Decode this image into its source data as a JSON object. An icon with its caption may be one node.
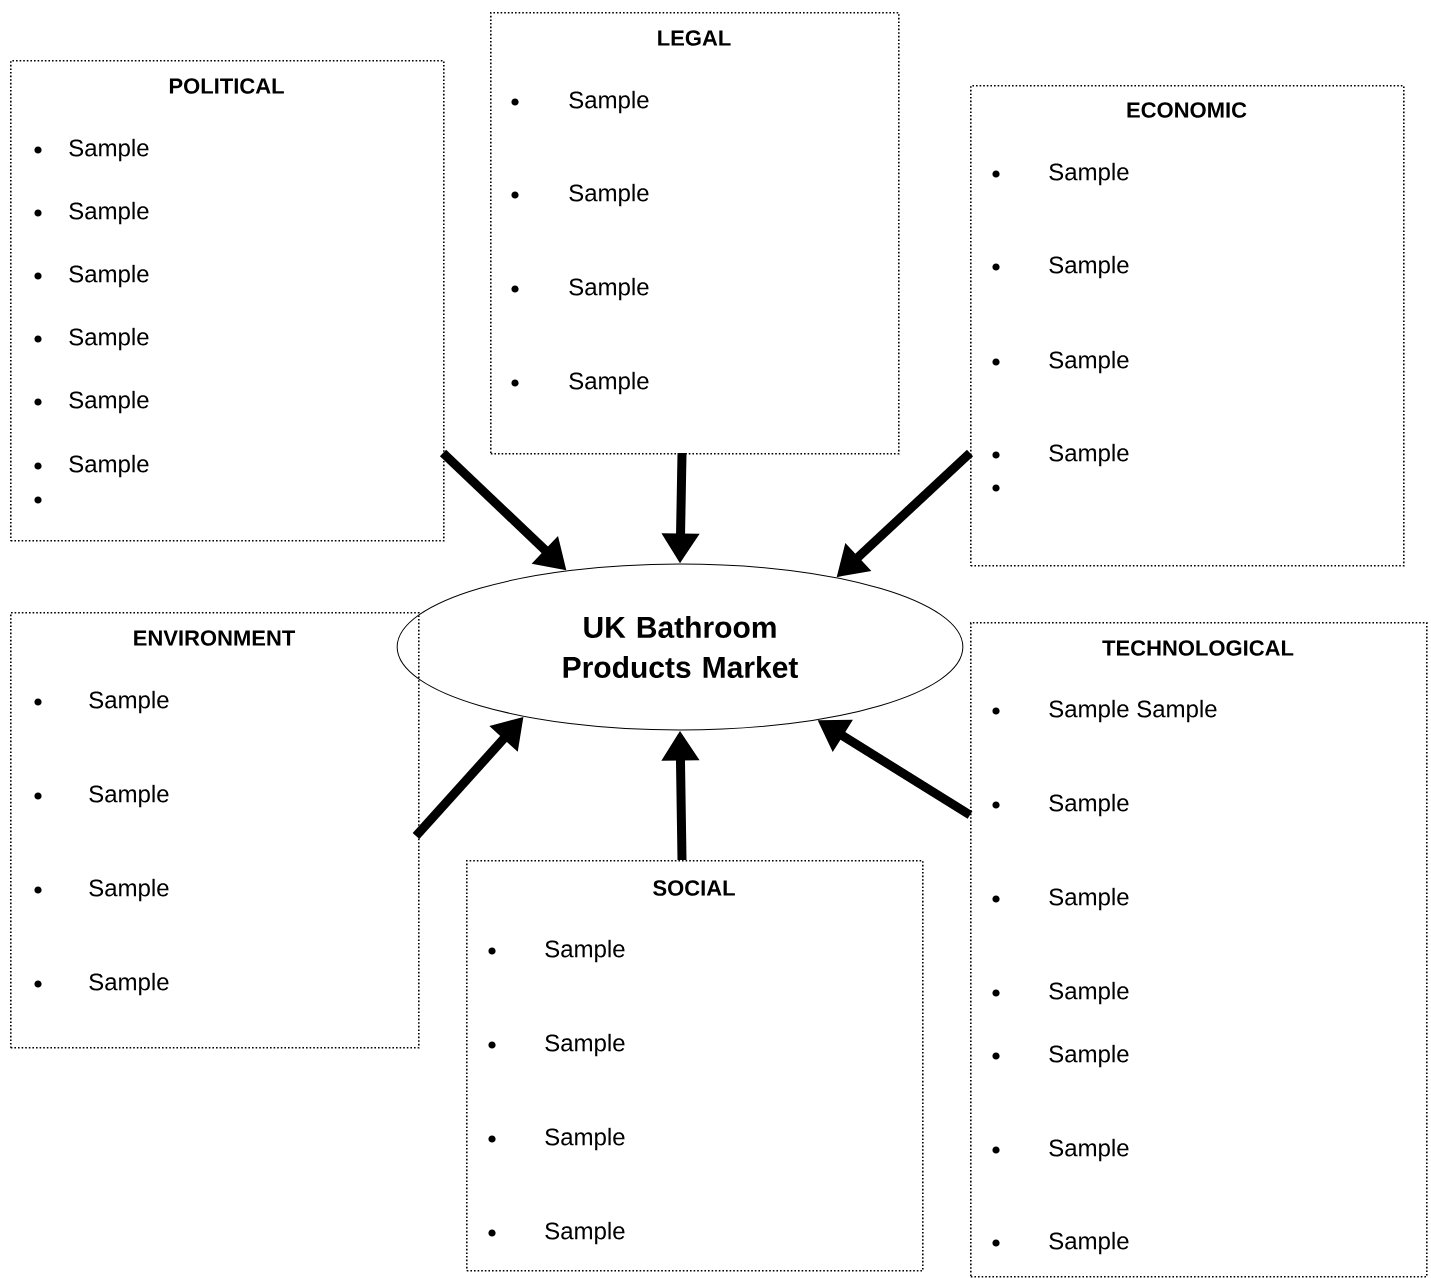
{
  "diagram": {
    "nodes": [
      {
        "text": [
          "POLITICAL",
          "Sample",
          "Sample",
          "Sample",
          "Sample",
          "Sample",
          "Sample"
        ]
      },
      {
        "text": [
          "LEGAL",
          "Sample",
          "Sample",
          "Sample",
          "Sample"
        ]
      },
      {
        "text": [
          "ECONOMIC",
          "Sample",
          "Sample",
          "Sample",
          "Sample"
        ]
      },
      {
        "text": [
          "ENVIRONMENT",
          "Sample",
          "Sample",
          "Sample",
          "Sample"
        ]
      },
      {
        "text": [
          "UK Bathroom Products Market"
        ]
      },
      {
        "text": [
          "TECHNOLOGICAL",
          "Sample Sample",
          "Sample",
          "Sample",
          "Sample",
          "Sample",
          "Sample",
          "Sample"
        ]
      },
      {
        "text": [
          "SOCIAL",
          "Sample",
          "Sample",
          "Sample",
          "Sample"
        ]
      }
    ],
    "edges": [
      {
        "from": 0,
        "to": 4,
        "arrow": "to"
      },
      {
        "from": 1,
        "to": 4,
        "arrow": "to"
      },
      {
        "from": 2,
        "to": 4,
        "arrow": "to"
      },
      {
        "from": 3,
        "to": 4,
        "arrow": "to"
      },
      {
        "from": 6,
        "to": 4,
        "arrow": "to"
      },
      {
        "from": 5,
        "to": 4,
        "arrow": "to"
      }
    ]
  }
}
